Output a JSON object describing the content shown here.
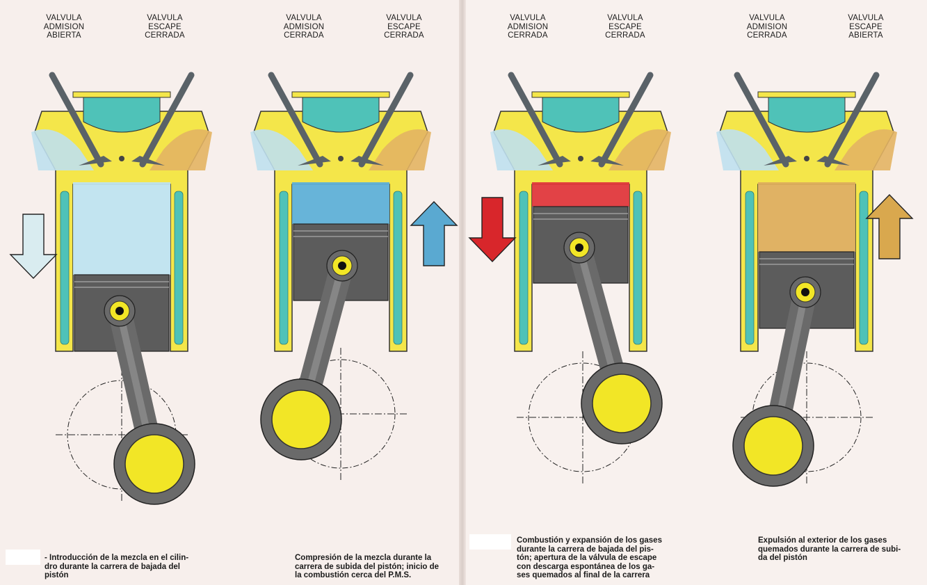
{
  "stages": [
    {
      "intake_label": "VALVULA\nADMISION\nABIERTA",
      "exhaust_label": "VALVULA\nESCAPE\nCERRADA",
      "caption": "- Introducción de la mezcla en el cilin-\ndro durante la carrera de bajada del\npistón",
      "arrow": "down",
      "arrow_color": "#d9ecf0",
      "chamber_color": "#bfe3f0"
    },
    {
      "intake_label": "VALVULA\nADMISION\nCERRADA",
      "exhaust_label": "VALVULA\nESCAPE\nCERRADA",
      "caption": "Compresión de la mezcla durante la\ncarrera de subida del pistón; inicio de\nla combustión cerca del P.M.S.",
      "arrow": "up",
      "arrow_color": "#5aa9d1",
      "chamber_color": "#5fb0d8"
    },
    {
      "intake_label": "VALVULA\nADMISION\nCERRADA",
      "exhaust_label": "VALVULA\nESCAPE\nCERRADA",
      "caption": "Combustión y expansión de los gases\ndurante la carrera de bajada del pis-\ntón; apertura de la válvula de escape\ncon descarga espontánea de los ga-\nses quemados al final de la carrera",
      "arrow": "down",
      "arrow_color": "#d8262b",
      "chamber_color": "#e0383c"
    },
    {
      "intake_label": "VALVULA\nADMISION\nCERRADA",
      "exhaust_label": "VALVULA\nESCAPE\nABIERTA",
      "caption": "Expulsión al exterior de los gases\nquemados durante la carrera de subi-\nda del pistón",
      "arrow": "up",
      "arrow_color": "#d9a84e",
      "chamber_color": "#deae5c"
    }
  ],
  "colors": {
    "head_yellow": "#f4e64a",
    "coolant_teal": "#4fc2b8",
    "piston_gray": "#5c5c5c",
    "rod_gray": "#6a6a6a",
    "intake_blue": "#bfe0ee",
    "exhaust_brown": "#e3b463"
  }
}
